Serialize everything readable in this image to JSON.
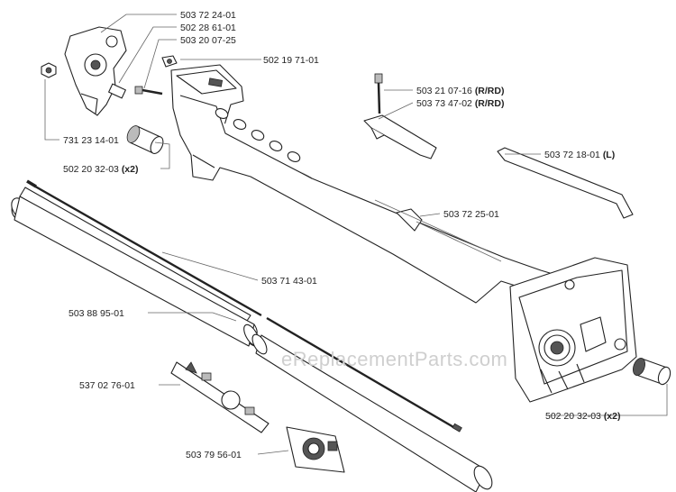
{
  "watermark": "eReplacementParts.com",
  "callouts": {
    "c01": {
      "number": "503 72 24-01",
      "suffix": ""
    },
    "c02": {
      "number": "502 28 61-01",
      "suffix": ""
    },
    "c03": {
      "number": "503 20 07-25",
      "suffix": ""
    },
    "c04": {
      "number": "502 19 71-01",
      "suffix": ""
    },
    "c05": {
      "number": "503 21 07-16",
      "suffix": "(R/RD)"
    },
    "c06": {
      "number": "503 73 47-02",
      "suffix": "(R/RD)"
    },
    "c07": {
      "number": "731 23 14-01",
      "suffix": ""
    },
    "c08": {
      "number": "502 20 32-03",
      "suffix": "(x2)"
    },
    "c09": {
      "number": "503 72 18-01",
      "suffix": "(L)"
    },
    "c10": {
      "number": "503 72 25-01",
      "suffix": ""
    },
    "c11": {
      "number": "503 71 43-01",
      "suffix": ""
    },
    "c12": {
      "number": "503 88 95-01",
      "suffix": ""
    },
    "c13": {
      "number": "537 02 76-01",
      "suffix": ""
    },
    "c14": {
      "number": "502 20 32-03",
      "suffix": "(x2)"
    },
    "c15": {
      "number": "503 79 56-01",
      "suffix": ""
    }
  }
}
